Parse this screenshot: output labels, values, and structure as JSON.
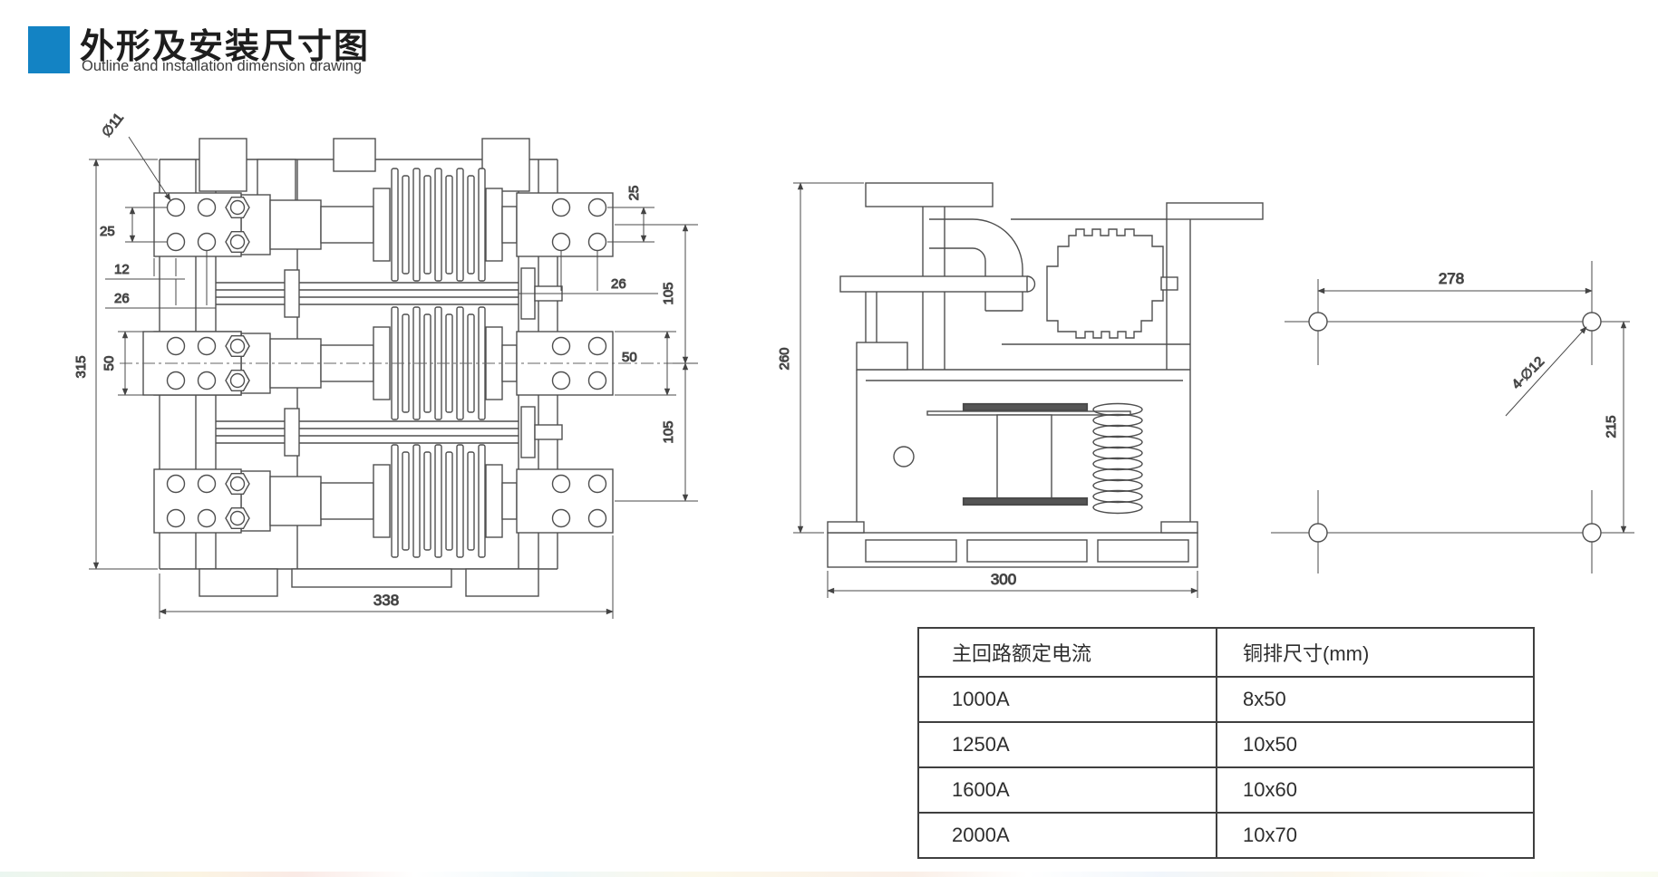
{
  "header": {
    "title": "外形及安装尺寸图",
    "subtitle": "Outline and installation dimension drawing",
    "accent_color": "#1383c4"
  },
  "front_view": {
    "dims": {
      "hole_dia": "∅11",
      "left_25": "25",
      "left_12": "12",
      "left_26": "26",
      "left_315": "315",
      "left_50": "50",
      "bottom_338": "338",
      "right_25": "25",
      "right_26": "26",
      "right_105_top": "105",
      "right_50": "50",
      "right_105_bottom": "105"
    }
  },
  "side_view": {
    "dims": {
      "height_260": "260",
      "width_300": "300"
    }
  },
  "mounting_view": {
    "dims": {
      "width_278": "278",
      "height_215": "215",
      "holes": "4-∅12"
    }
  },
  "table": {
    "headers": [
      "主回路额定电流",
      "铜排尺寸(mm)"
    ],
    "rows": [
      [
        "1000A",
        "8x50"
      ],
      [
        "1250A",
        "10x50"
      ],
      [
        "1600A",
        "10x60"
      ],
      [
        "2000A",
        "10x70"
      ]
    ]
  }
}
